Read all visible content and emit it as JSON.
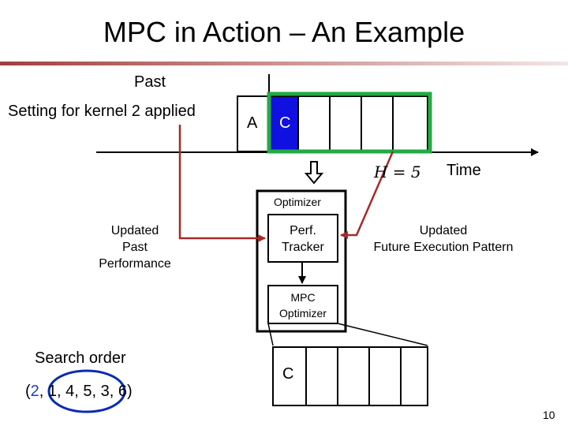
{
  "title": "MPC in Action – An Example",
  "colors": {
    "accent_rule": "#a0403f",
    "accent_arrow": "#a52a2a",
    "highlight_green": "#22aa44",
    "kernel_blue": "#1010e0",
    "digit_blue": "#1a3fcc"
  },
  "labels": {
    "past": "Past",
    "setting": "Setting for kernel 2 applied",
    "kernel_a": "A",
    "kernel_c": "C",
    "time": "Time",
    "horizon": "H = 5",
    "optimizer": "Optimizer",
    "perf_tracker": "Perf.\nTracker",
    "mpc_optimizer": "MPC\nOptimizer",
    "updated_past": "Updated\nPast\nPerformance",
    "updated_future": "Updated\nFuture Execution Pattern",
    "search_order": "Search order",
    "bottom_c": "C",
    "page_number": "10"
  },
  "search_order": {
    "open": "(",
    "items": [
      "2",
      "1",
      "4",
      "5",
      "3",
      "6"
    ],
    "separators": [
      ", ",
      ", ",
      ", ",
      ", ",
      ", "
    ],
    "close": ")"
  }
}
